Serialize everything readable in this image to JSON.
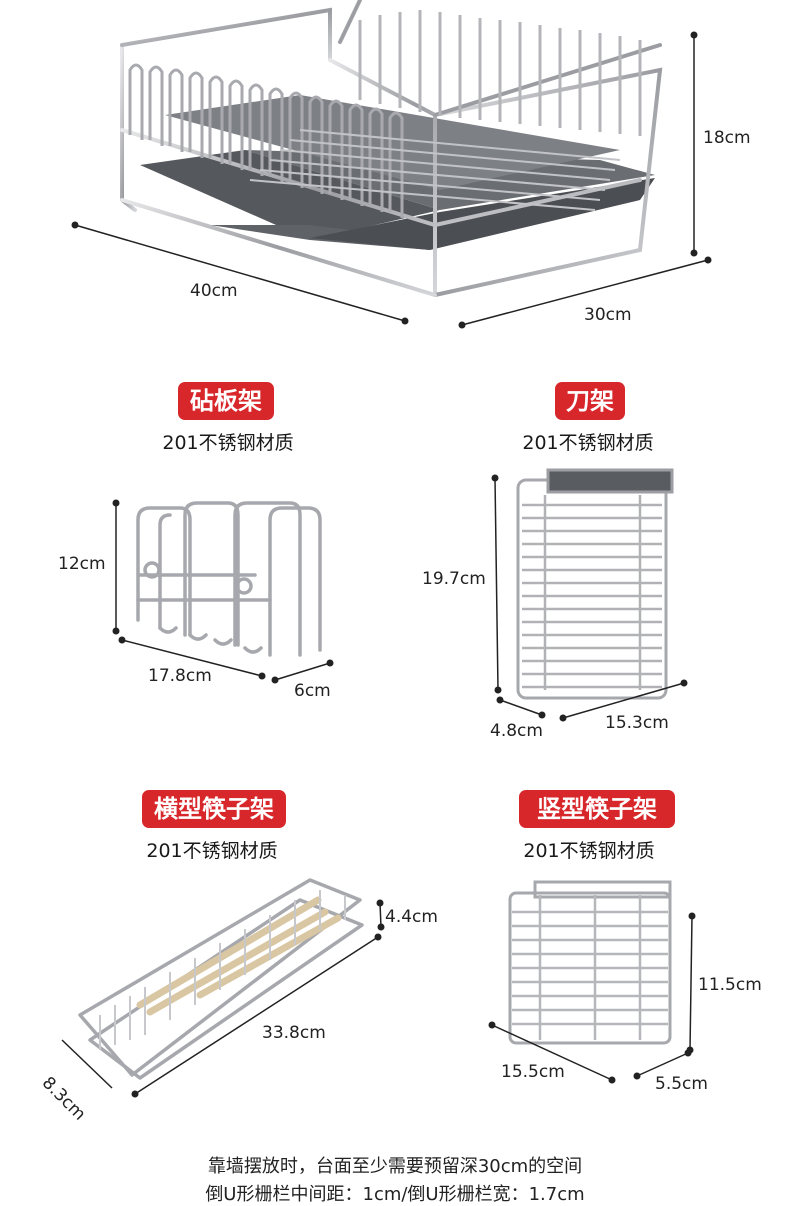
{
  "main": {
    "width": "40cm",
    "depth": "30cm",
    "height": "18cm"
  },
  "products": [
    {
      "title": "砧板架",
      "material": "201不锈钢材质",
      "dims": [
        "12cm",
        "17.8cm",
        "6cm"
      ]
    },
    {
      "title": "刀架",
      "material": "201不锈钢材质",
      "dims": [
        "19.7cm",
        "4.8cm",
        "15.3cm"
      ]
    },
    {
      "title": "横型筷子架",
      "material": "201不锈钢材质",
      "dims": [
        "4.4cm",
        "33.8cm",
        "8.3cm"
      ]
    },
    {
      "title": "竖型筷子架",
      "material": "201不锈钢材质",
      "dims": [
        "11.5cm",
        "15.5cm",
        "5.5cm"
      ]
    }
  ],
  "notes": [
    "靠墙摆放时，台面至少需要预留深30cm的空间",
    "倒U形栅栏中间距：1cm/倒U形栅栏宽：1.7cm"
  ]
}
